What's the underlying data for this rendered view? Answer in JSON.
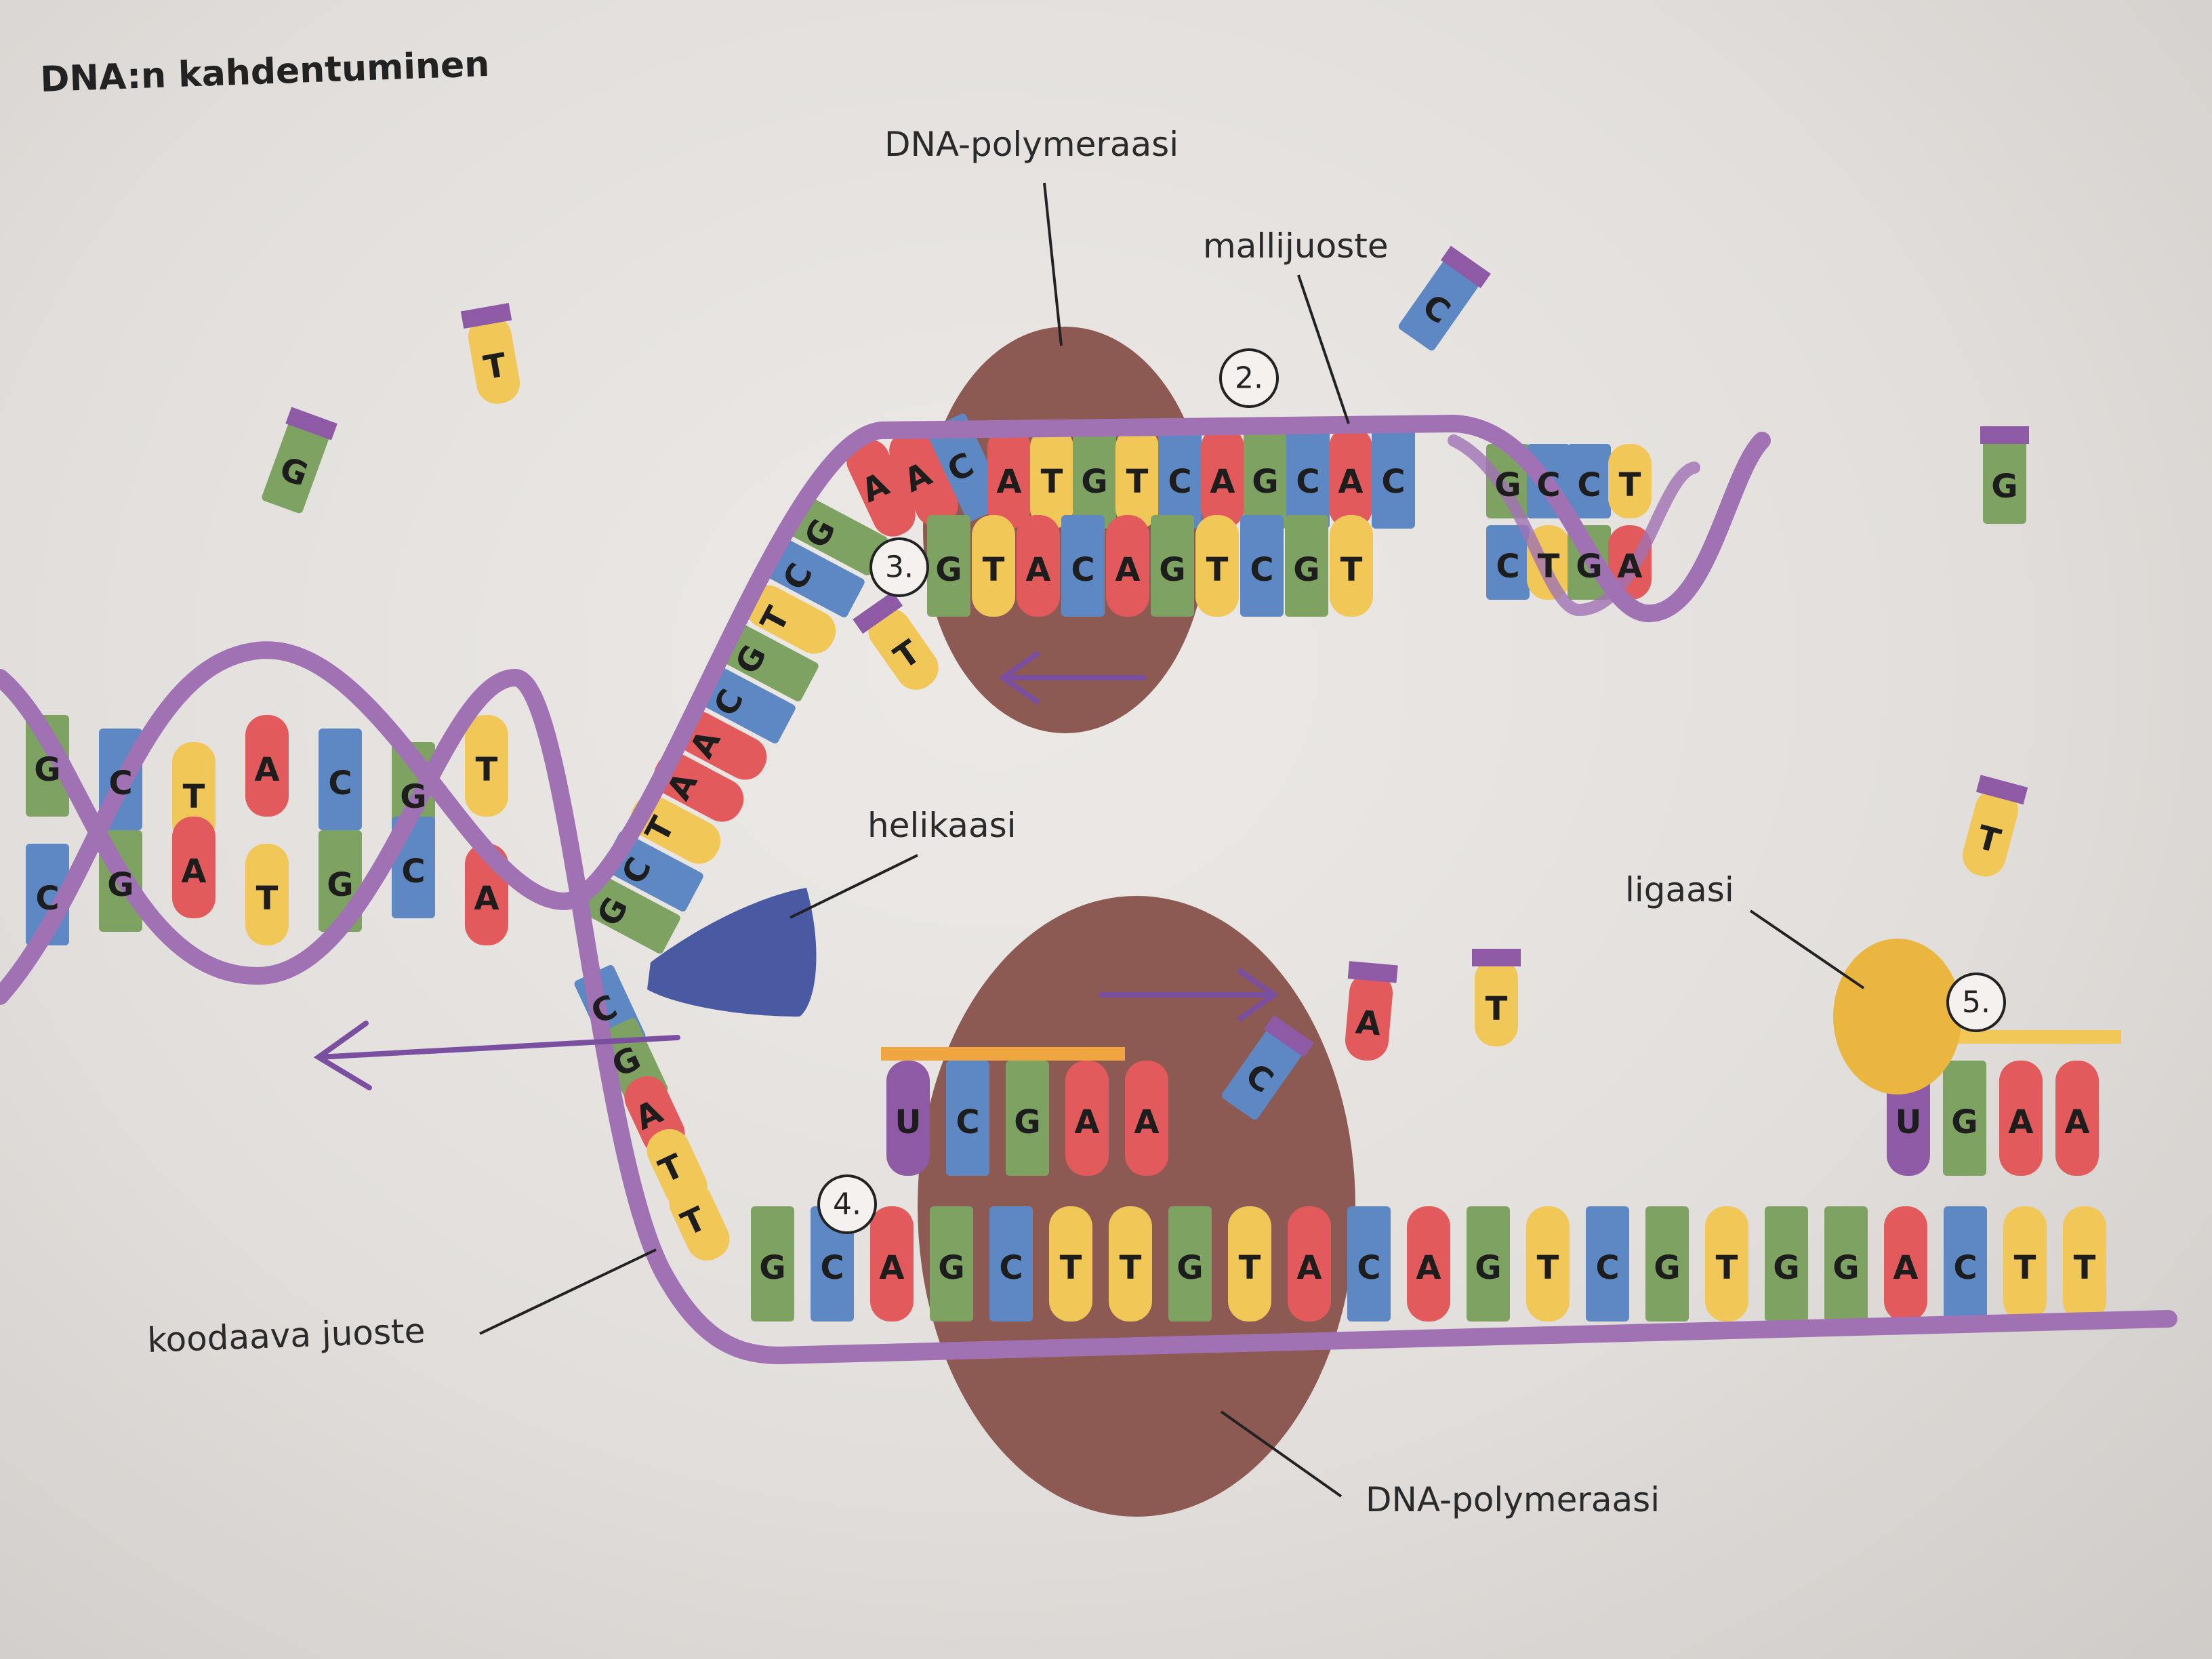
{
  "title": "DNA:n kahdentuminen",
  "labels": {
    "polymerase_top": "DNA-polymeraasi",
    "template_strand": "mallijuoste",
    "helicase": "helikaasi",
    "ligase": "ligaasi",
    "coding_strand": "koodaava juoste",
    "polymerase_bottom": "DNA-polymeraasi"
  },
  "steps": [
    "2.",
    "3.",
    "4.",
    "5."
  ],
  "colors": {
    "A": "#e25a5c",
    "T": "#f1c857",
    "G": "#7ea262",
    "C": "#5d88c4",
    "U": "#8e5aa6",
    "backbone": "#a072b4",
    "polymerase": "#8c5a52",
    "helicase": "#4a5aa2",
    "ligase": "#eab640",
    "primer_bar": "#f0a640"
  },
  "sequences": {
    "top_template": "AACATGTCAGCAC",
    "top_new": "GTACAGTCGT",
    "diagonal_upper": "GCTGCAATCG",
    "diagonal_lower": "CGATT",
    "bottom_template": "GCAGCTTGTACAGTCGTGGACTT",
    "primer": "UCGAA",
    "ligase_fragment": "UGAA",
    "left_helix_top": "GCTACGT",
    "left_helix_bottom": "CGATGCA",
    "right_helix_top": "GCCT",
    "right_helix_bottom": "CTGA"
  },
  "free_nucleotides": [
    "T",
    "G",
    "C",
    "G",
    "T",
    "A",
    "T",
    "C",
    "T"
  ]
}
